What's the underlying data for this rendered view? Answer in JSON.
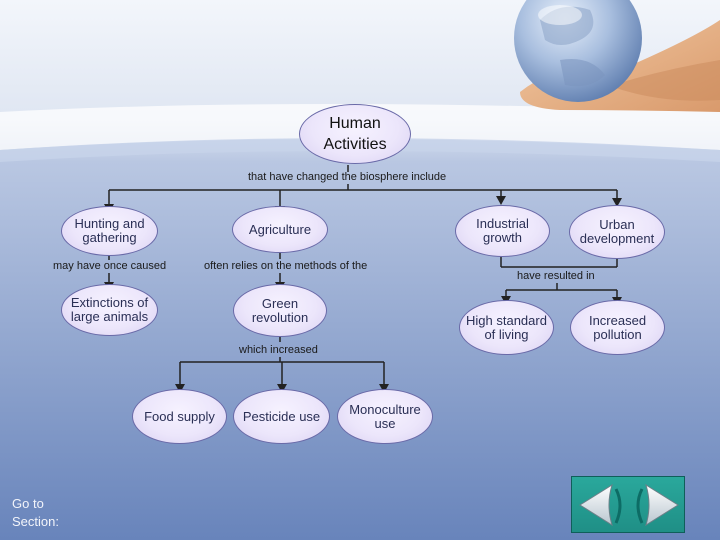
{
  "diagram": {
    "root": "Human\nActivities",
    "root_link": "that have changed the biosphere include",
    "branches": {
      "hunting": {
        "label": "Hunting and\ngathering",
        "link": "may have once caused",
        "result": "Extinctions of\nlarge animals"
      },
      "agriculture": {
        "label": "Agriculture",
        "link": "often relies on the methods of the",
        "child": "Green\nrevolution",
        "child_link": "which increased",
        "outcomes": [
          "Food supply",
          "Pesticide use",
          "Monoculture\nuse"
        ]
      },
      "industrial": {
        "label": "Industrial\ngrowth"
      },
      "urban": {
        "label": "Urban\ndevelopment"
      },
      "shared_link": "have resulted in",
      "results": [
        "High standard\nof living",
        "Increased\npollution"
      ]
    }
  },
  "footer": {
    "goto_label": "Go to\nSection:"
  },
  "nav": {
    "prev_icon": "arrow-left-icon",
    "next_icon": "arrow-right-icon"
  },
  "colors": {
    "background_top": "#e9eef6",
    "background_bottom": "#6c87bd",
    "node_fill": "#ece6fb",
    "nav_teal": "#24a196"
  }
}
